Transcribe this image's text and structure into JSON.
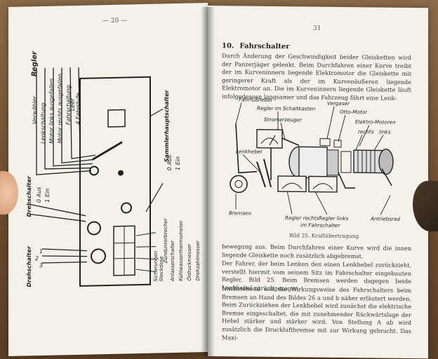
{
  "left_page": {
    "page_number": "— 20 —",
    "labels": {
      "regler": "Regler",
      "verwaehler": "Verwähler",
      "drehschalter": "Drehschalter",
      "drehschalter2": "Drehschalter",
      "sammlerhauptschalter": "Sammlerhauptschalter",
      "lenkschaltung": "Lenkschaltung",
      "links": "Motor links ausgefallen",
      "rechts": "Motor rechts ausgefallen",
      "fahrschaltung": "Fahrschaltung",
      "leer": "Leer",
      "fahrstufe": "4 Fahrstufe",
      "aus": "0 Aus",
      "ein": "1 Ein",
      "aus2": "0 Aus",
      "ein2": "1 Ein",
      "n1": "1",
      "n2": "2",
      "n3": "3",
      "r1": "Zündunterbrecher",
      "r2": "Steckdose",
      "r3": "Sicherungen",
      "r4": "Anlasserschalter",
      "r5": "Kühlwasserthermometer",
      "r6": "Öldruckmesser",
      "r7": "Drehzahlmesser"
    }
  },
  "right_page": {
    "page_number": "31",
    "section_number": "10.",
    "section_title": "Fahrschalter",
    "para1": "Durch Änderung der Geschwindigkeit beider Gleisketten wird der Panzerjäger gelenkt. Beim Durchfahren einer Kurve treibt der im Kurveninnern liegende Elektromotor die Gleiskette mit geringerer Kraft als der im Kurvenäußeren liegende Elektromotor an. Die im Kurveninnern liegende Gleiskette läuft infolgedessen langsamer und das Fahrzeug fährt eine Lenk-",
    "diagram_labels": {
      "fahrfusshebel": "Fahrfußhebel",
      "regler_schaltkasten": "Regler im Schaltkasten",
      "vergaser": "Vergaser",
      "otto_motor": "Otto-Motor",
      "stromerzeuger": "Stromerzeuger",
      "elektro_motoren": "Elektro-Motoren",
      "rechts": "rechts",
      "links": "links",
      "lenkhebel": "Lenkhebel",
      "bremsen": "Bremsen",
      "regler_rechts": "Regler rechts",
      "regler_links": "Regler links",
      "im_fahrschalter": "im Fahrschalter",
      "antriebsrad": "Antriebsrad"
    },
    "caption": "Bild 25. Kraftübertragung",
    "para2": "bewegung aus. Beim Durchfahren einer Kurve wird die innen liegende Gleiskette noch zusätzlich abgebremst.",
    "para3": "Der Fahrer, der beim Lenken den einen Lenkhebel zurückzieht, verstellt hiermit vom seinem Sitz im Fahrschalter eingebauten Regler, Bild 25. Beim Bremsen werden dagegen beide Lenkhebel zurückgezogen.",
    "para4": "Nachstehend soll die Wirkungsweise des Fahrschalters beim Bremsen an Hand des Bildes 26 a und b näher erläutert werden. Beim Zurückziehen der Lenkhebel wird zunächst die elektrische Bremse eingeschaltet, die mit zunehmender Rückwärtslage der Hebel stärker und stärker wird. Von Stellung A ab wird zusätzlich die Druckluftbremse mit zur Wirkung gebracht. Das Maxi-"
  }
}
